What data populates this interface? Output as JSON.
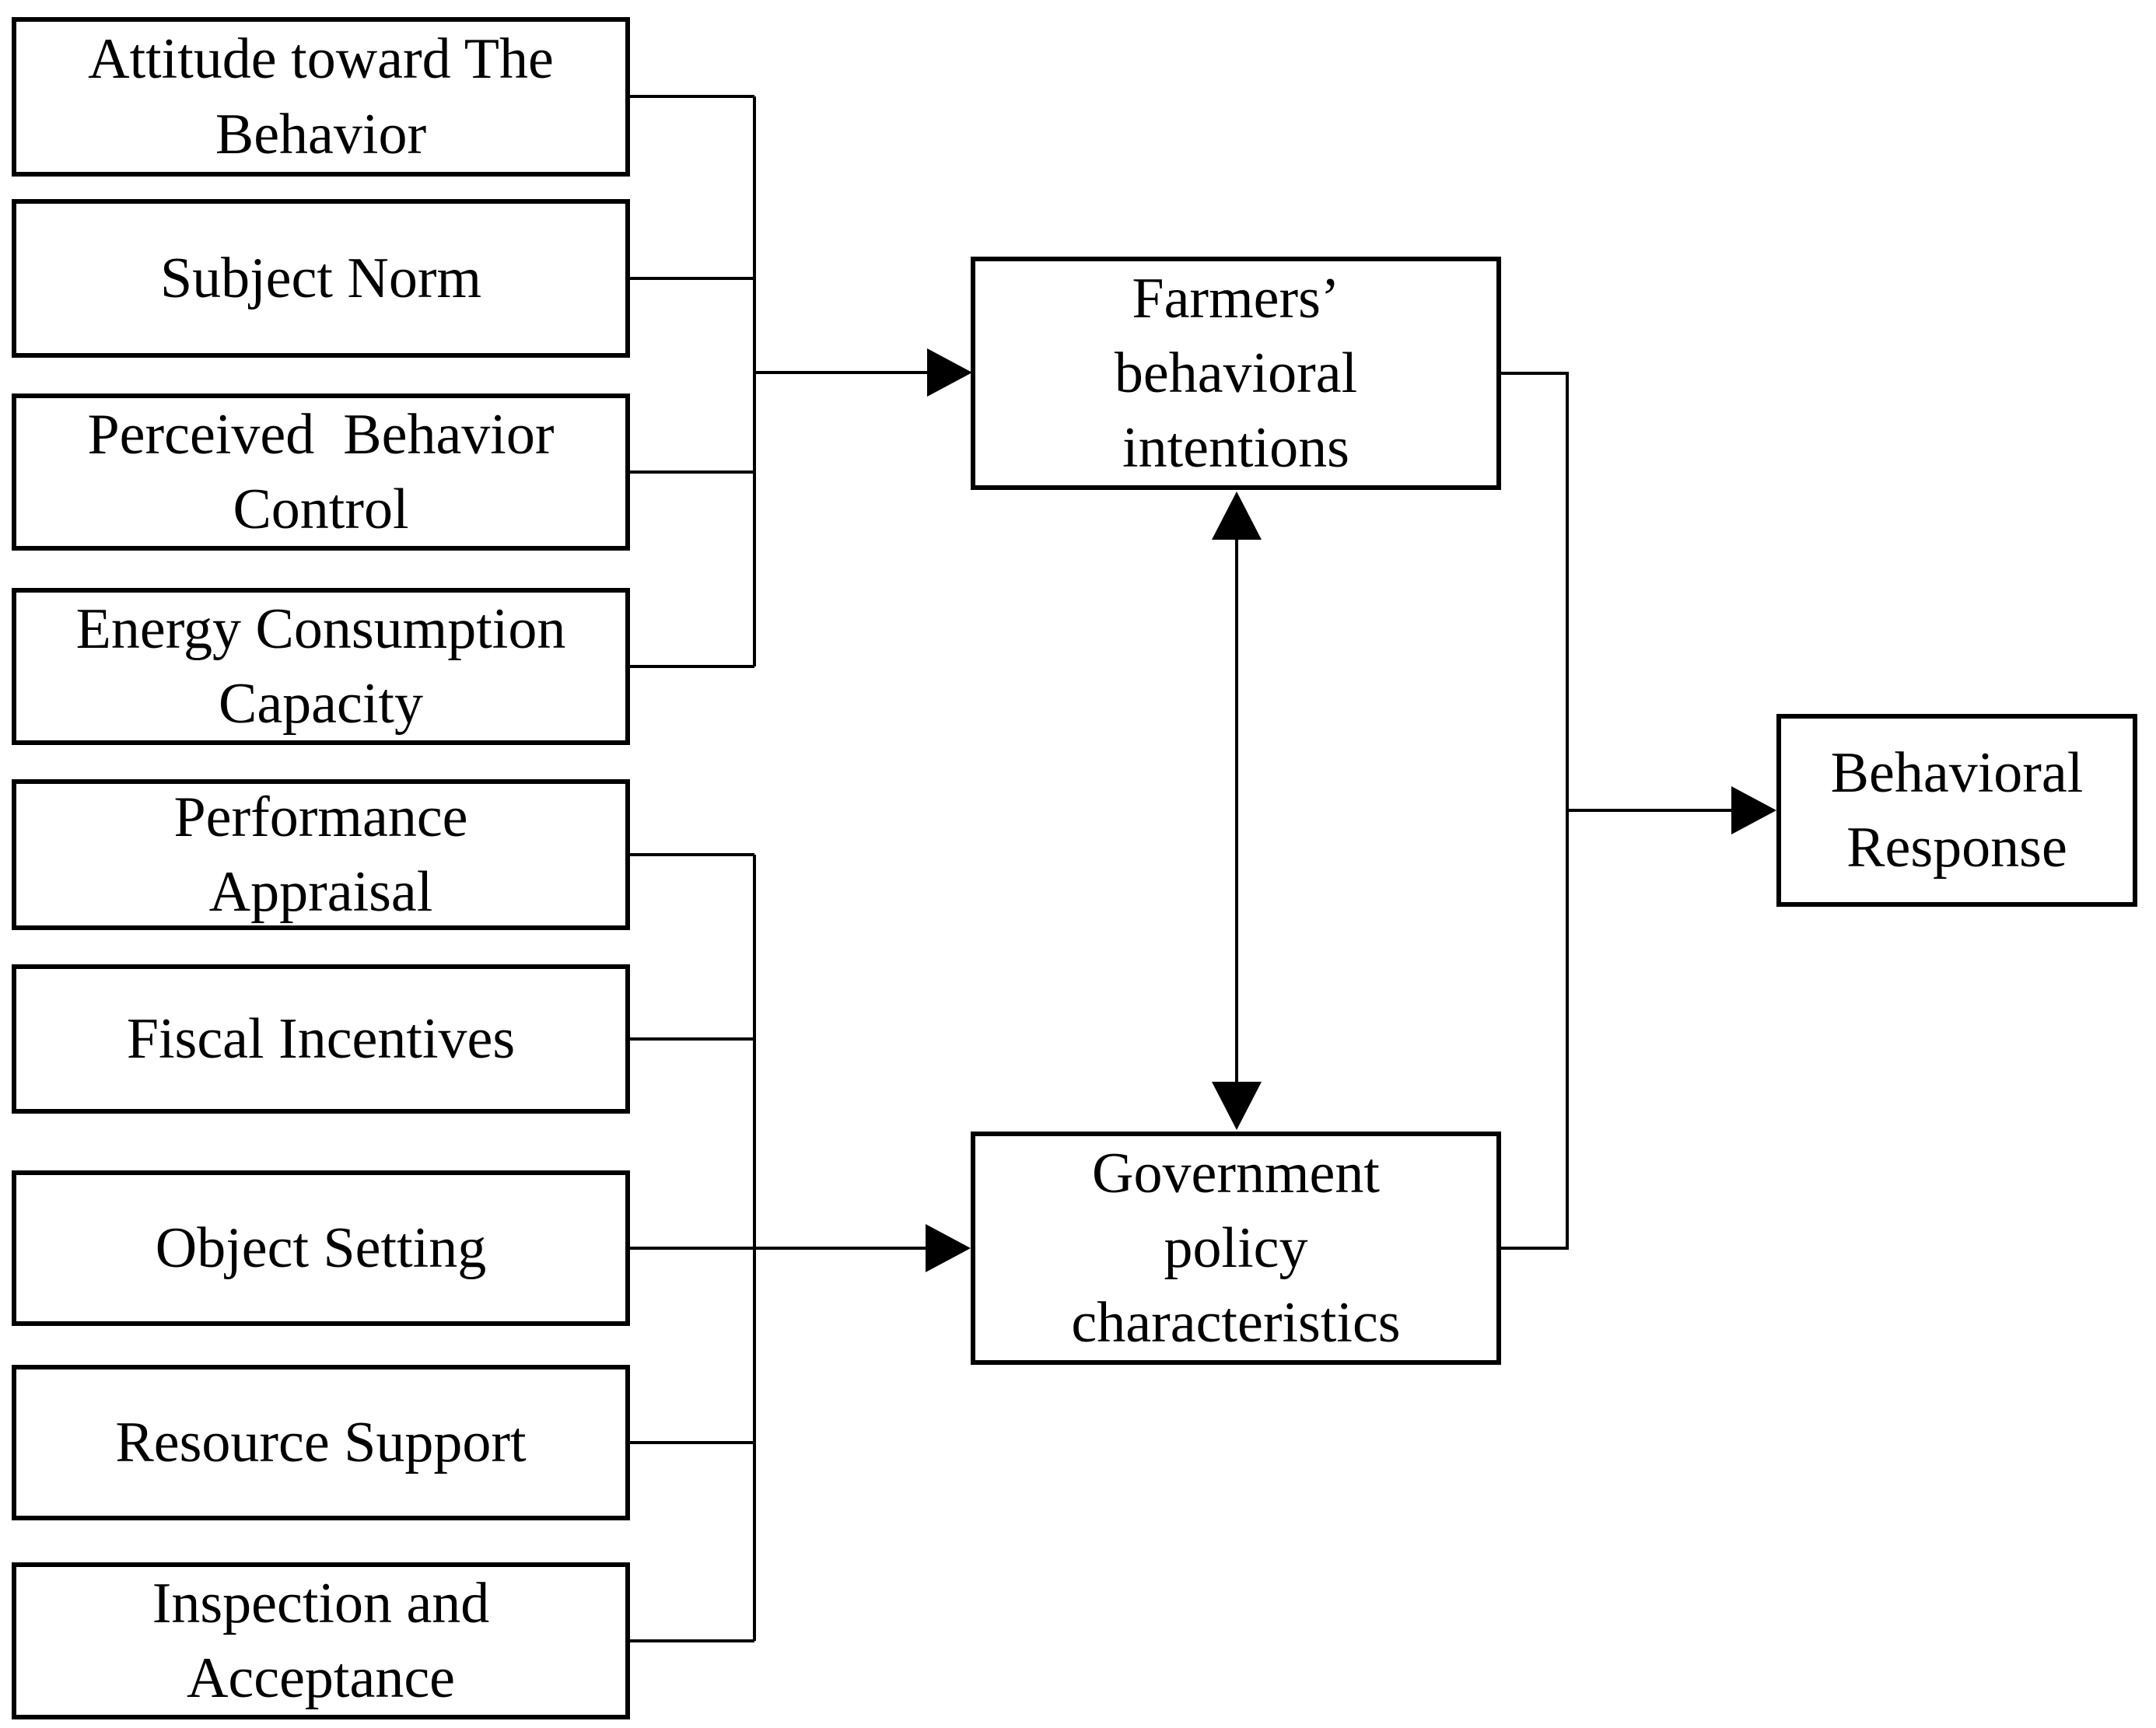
{
  "diagram": {
    "type": "flow-diagram",
    "colors": {
      "line": "#000000",
      "box_border": "#000000",
      "box_fill": "#ffffff",
      "text": "#000000",
      "background": "#ffffff"
    },
    "nodes": {
      "attitude_toward_the_behavior": {
        "label": "Attitude toward The\nBehavior"
      },
      "subject_norm": {
        "label": "Subject Norm"
      },
      "perceived_behavior_control": {
        "label": "Perceived  Behavior\nControl"
      },
      "energy_consumption_capacity": {
        "label": "Energy Consumption\nCapacity"
      },
      "performance_appraisal": {
        "label": "Performance\nAppraisal"
      },
      "fiscal_incentives": {
        "label": "Fiscal Incentives"
      },
      "object_setting": {
        "label": "Object Setting"
      },
      "resource_support": {
        "label": "Resource Support"
      },
      "inspection_and_acceptance": {
        "label": "Inspection and\nAcceptance"
      },
      "farmers_behavioral_intentions": {
        "label": "Farmers’\nbehavioral\nintentions"
      },
      "government_policy_characteristics": {
        "label": "Government\npolicy\ncharacteristics"
      },
      "behavioral_response": {
        "label": "Behavioral\nResponse"
      }
    },
    "edges": [
      {
        "from": [
          "attitude_toward_the_behavior",
          "subject_norm",
          "perceived_behavior_control",
          "energy_consumption_capacity"
        ],
        "to": "farmers_behavioral_intentions",
        "type": "arrow"
      },
      {
        "from": [
          "performance_appraisal",
          "fiscal_incentives",
          "object_setting",
          "resource_support",
          "inspection_and_acceptance"
        ],
        "to": "government_policy_characteristics",
        "type": "arrow"
      },
      {
        "from": "farmers_behavioral_intentions",
        "to": "government_policy_characteristics",
        "type": "double-arrow"
      },
      {
        "from": [
          "farmers_behavioral_intentions",
          "government_policy_characteristics"
        ],
        "to": "behavioral_response",
        "type": "arrow"
      }
    ]
  }
}
